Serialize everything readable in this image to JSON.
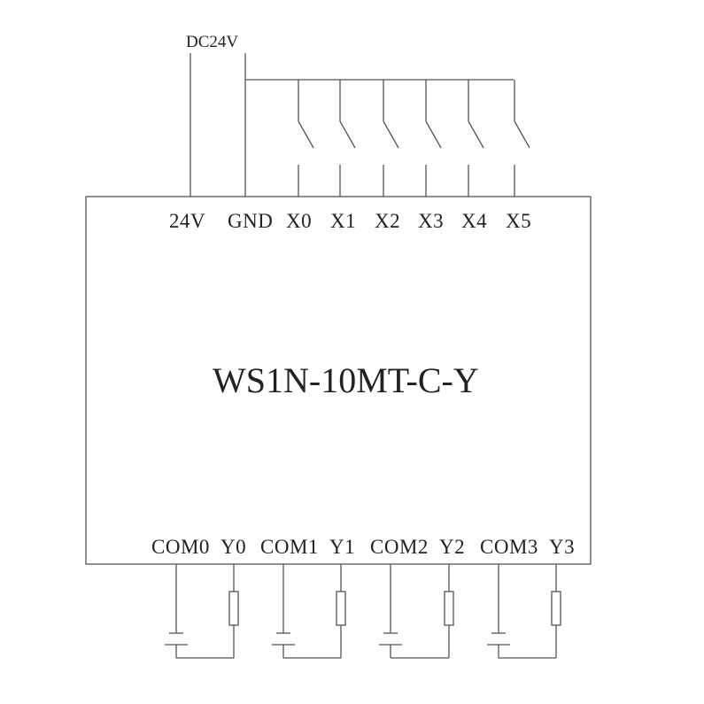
{
  "supply_label": "DC24V",
  "model": "WS1N-10MT-C-Y",
  "top_pins": [
    "24V",
    "GND",
    "X0",
    "X1",
    "X2",
    "X3",
    "X4",
    "X5"
  ],
  "bottom_pins": [
    "COM0",
    "Y0",
    "COM1",
    "Y1",
    "COM2",
    "Y2",
    "COM3",
    "Y3"
  ],
  "colors": {
    "line": "#555555",
    "text": "#222222",
    "background": "#ffffff"
  }
}
